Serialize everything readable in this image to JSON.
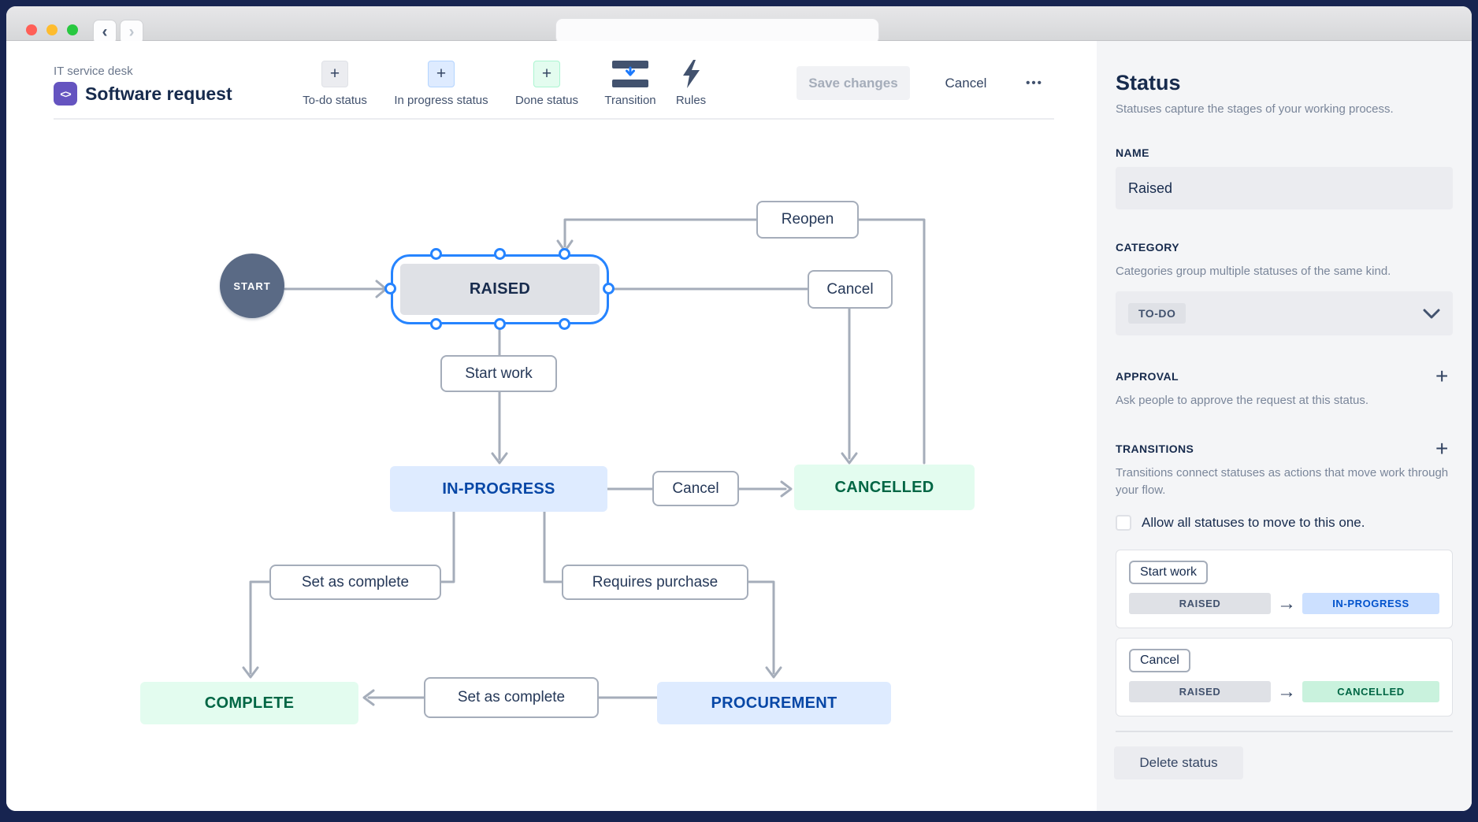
{
  "chrome": {
    "back_glyph": "‹",
    "forward_glyph": "›"
  },
  "toolbar": {
    "breadcrumb": "IT service desk",
    "logo_glyph": "<>",
    "title": "Software request",
    "tools": [
      {
        "label": "To-do status",
        "icon": "+"
      },
      {
        "label": "In progress status",
        "icon": "+"
      },
      {
        "label": "Done status",
        "icon": "+"
      },
      {
        "label": "Transition"
      },
      {
        "label": "Rules"
      }
    ],
    "save_label": "Save changes",
    "cancel_label": "Cancel",
    "more_label": "•••"
  },
  "diagram": {
    "start": "START",
    "nodes": [
      {
        "label": "RAISED",
        "category": "todo",
        "selected": true
      },
      {
        "label": "IN-PROGRESS",
        "category": "inprogress"
      },
      {
        "label": "CANCELLED",
        "category": "done"
      },
      {
        "label": "COMPLETE",
        "category": "done"
      },
      {
        "label": "PROCUREMENT",
        "category": "inprogress"
      }
    ],
    "transitions": [
      {
        "label": "Reopen"
      },
      {
        "label": "Cancel"
      },
      {
        "label": "Start work"
      },
      {
        "label": "Cancel"
      },
      {
        "label": "Set as complete"
      },
      {
        "label": "Requires purchase"
      },
      {
        "label": "Set as complete"
      }
    ]
  },
  "panel": {
    "title": "Status",
    "subtitle": "Statuses capture the stages of your working process.",
    "name": {
      "label": "NAME",
      "value": "Raised"
    },
    "category": {
      "label": "CATEGORY",
      "help": "Categories group multiple statuses of the same kind.",
      "value": "TO-DO"
    },
    "approval": {
      "label": "APPROVAL",
      "help": "Ask people to approve the request at this status.",
      "add_icon": "+"
    },
    "transitions": {
      "label": "TRANSITIONS",
      "help": "Transitions connect statuses as actions that move work through your flow.",
      "add_icon": "+",
      "allow_all": "Allow all statuses to move to this one."
    },
    "arrow_glyph": "→",
    "cards": [
      {
        "action": "Start work",
        "from": "RAISED",
        "to": "IN-PROGRESS"
      },
      {
        "action": "Cancel",
        "from": "RAISED",
        "to": "CANCELLED"
      }
    ],
    "delete_label": "Delete status"
  },
  "colors": {
    "selection_blue": "#2684FF",
    "todo_bg": "#DFE1E6",
    "inprogress_bg": "#DEEBFF",
    "inprogress_text": "#0747A6",
    "done_bg": "#E3FCEF",
    "done_text": "#006644",
    "connector_line": "#A5ADBA",
    "frame_navy": "#172450"
  }
}
